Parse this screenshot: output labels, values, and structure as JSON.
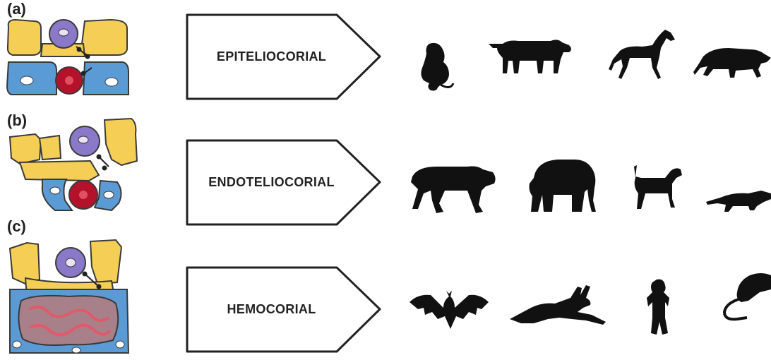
{
  "rows": [
    {
      "label": "(a)",
      "placenta_type": "EPITELIOCORIAL",
      "animals": [
        "monkey-silhouette",
        "cow-silhouette",
        "horse-silhouette",
        "pig-silhouette"
      ]
    },
    {
      "label": "(b)",
      "placenta_type": "ENDOTELIOCORIAL",
      "animals": [
        "tiger-silhouette",
        "elephant-silhouette",
        "dog-silhouette",
        "ferret-silhouette"
      ]
    },
    {
      "label": "(c)",
      "placenta_type": "HEMOCORIAL",
      "animals": [
        "bat-silhouette",
        "hare-silhouette",
        "primate-silhouette",
        "rat-silhouette"
      ]
    }
  ],
  "colors": {
    "trophoblast_yellow": "#f5cf55",
    "endometrium_blue": "#5b9bd5",
    "fetal_cell_purple": "#8a78c8",
    "maternal_blood_red": "#b3122a",
    "blood_pool_gray": "#a8808a",
    "outline": "#3a3a3a",
    "silhouette": "#111111"
  }
}
